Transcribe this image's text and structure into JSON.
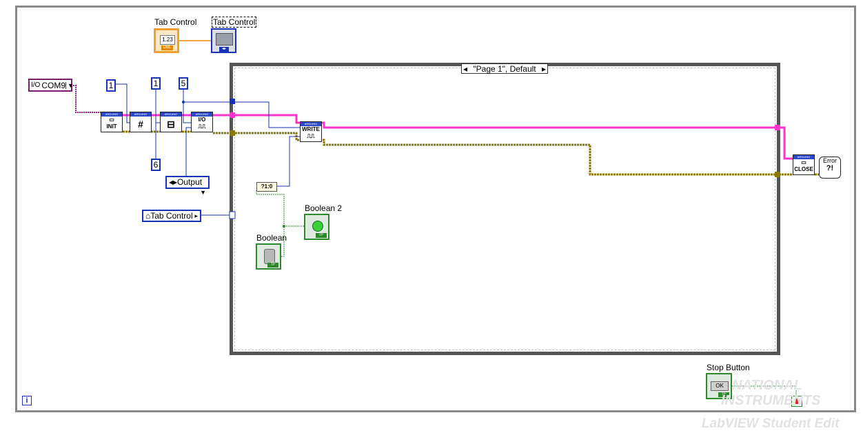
{
  "terminals": {
    "tab_control_numeric_label": "Tab Control",
    "tab_control_numeric_value": "1.23",
    "tab_control_numeric_type": "DBL",
    "tab_control_indicator_label": "Tab Control",
    "visa_resource": "COM9",
    "const_1a": "1",
    "const_1b": "1",
    "const_5": "5",
    "const_6": "6",
    "output_enum": "Output",
    "tab_control_local": "Tab Control",
    "case_selector": "\"Page 1\", Default",
    "select_node": "?1:0",
    "boolean_label": "Boolean",
    "boolean2_label": "Boolean 2",
    "stop_button_label": "Stop Button",
    "stop_button_text": "OK",
    "tf_text": "TF",
    "error_text": "Error",
    "error_qmark": "?!"
  },
  "vis": {
    "init": "INIT",
    "set_pin": "#",
    "digital_io": "I/O",
    "write": "WRITE",
    "close": "CLOSE",
    "header": "ARDUINO"
  },
  "watermark": {
    "line1": "NATIONAL",
    "line2": "INSTRUMENTS",
    "line3": "LabVIEW Student Edit"
  },
  "colors": {
    "visa_wire": "#9b1b8c",
    "pink_wire": "#ff33cc",
    "cluster_wire": "#8a7a00",
    "numeric_wire": "#1a32b8",
    "boolean_wire": "#2c8a2c",
    "orange_wire": "#e38a00"
  }
}
